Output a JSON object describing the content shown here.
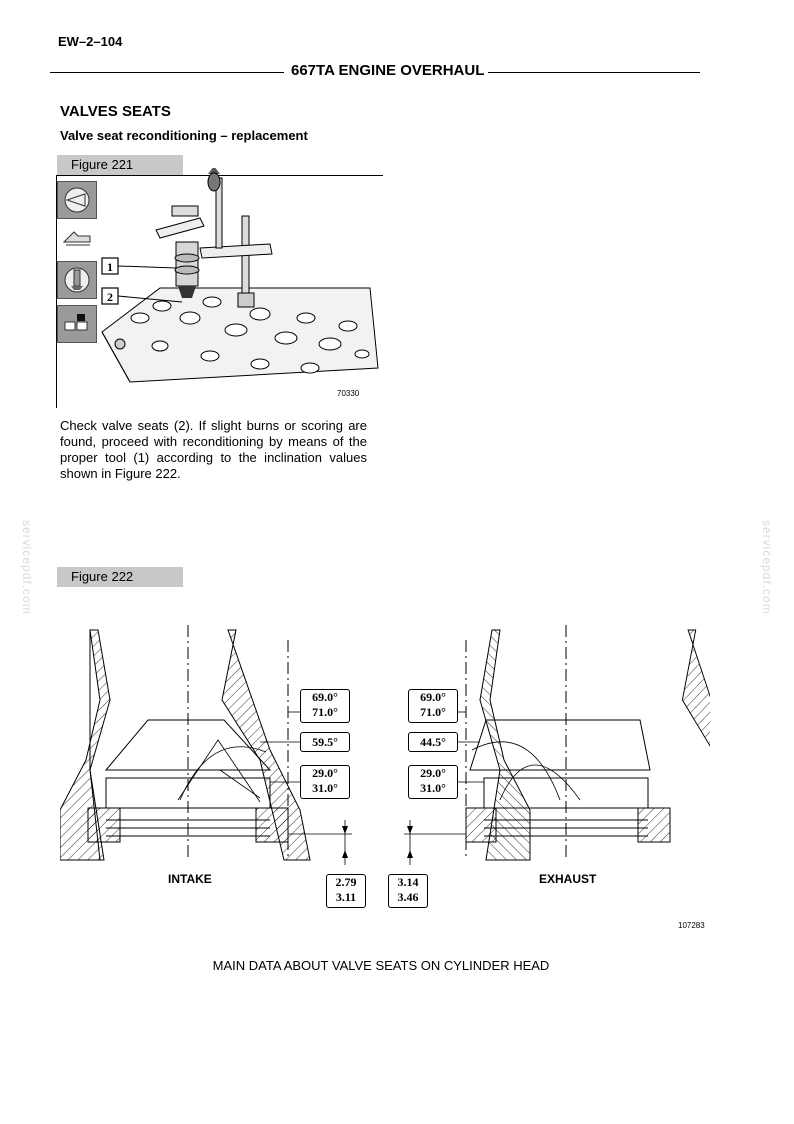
{
  "header": {
    "page_code": "EW–2–104",
    "section_title": "667TA ENGINE OVERHAUL"
  },
  "headings": {
    "title": "VALVES SEATS",
    "subtitle": "Valve seat reconditioning – replacement"
  },
  "figure221": {
    "label": "Figure 221",
    "number": "70330",
    "callouts": [
      "1",
      "2"
    ],
    "icons": [
      "angle-gauge-icon",
      "valve-seat-icon",
      "grinder-tool-icon",
      "component-icon"
    ]
  },
  "body_text": "Check valve seats (2). If slight burns or scoring are found, proceed with reconditioning by means of the proper tool (1) according to the inclination values shown in Figure 222.",
  "figure222": {
    "label": "Figure 222",
    "number": "107283",
    "intake": {
      "label": "INTAKE",
      "angle_top": [
        "69.0°",
        "71.0°"
      ],
      "angle_mid": "59.5°",
      "angle_bottom": [
        "29.0°",
        "31.0°"
      ],
      "depth": [
        "2.79",
        "3.11"
      ]
    },
    "exhaust": {
      "label": "EXHAUST",
      "angle_top": [
        "69.0°",
        "71.0°"
      ],
      "angle_mid": "44.5°",
      "angle_bottom": [
        "29.0°",
        "31.0°"
      ],
      "depth": [
        "3.14",
        "3.46"
      ]
    }
  },
  "caption": "MAIN DATA ABOUT VALVE SEATS ON CYLINDER HEAD",
  "watermark": "servicepdf.com"
}
